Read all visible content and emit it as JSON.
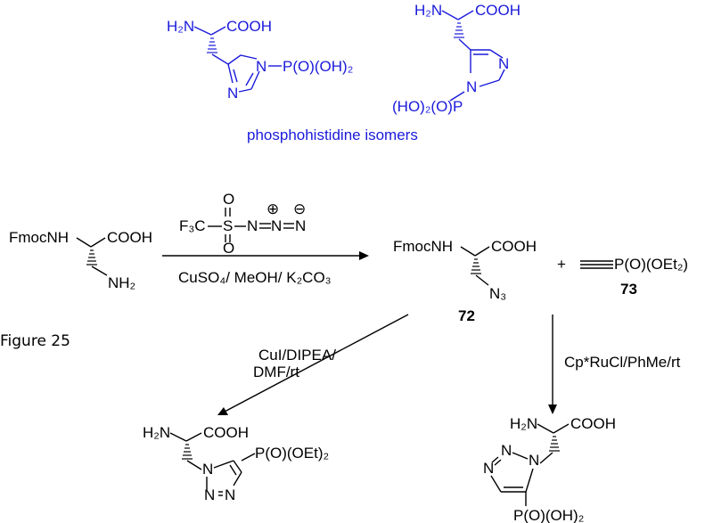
{
  "isomers": {
    "left": {
      "amine": "H₂N",
      "acid": "COOH",
      "phosphoryl": "P(O)(OH)₂",
      "n_ring": "N",
      "n_sub": "N"
    },
    "right": {
      "amine": "H₂N",
      "acid": "COOH",
      "phosphoryl": "(HO)₂(O)P",
      "n_ring": "N",
      "n_sub": "N"
    },
    "caption": "phosphohistidine isomers"
  },
  "start_material": {
    "fmocnh": "FmocNH",
    "acid": "COOH",
    "amine": "NH₂"
  },
  "reagent_top": {
    "cf3": "F₃C",
    "s": "S",
    "o_top": "O",
    "o_bottom": "O",
    "n1": "N",
    "n2": "N",
    "n3": "N",
    "plus": "⊕",
    "minus": "⊖"
  },
  "conditions_step1": "CuSO₄/ MeOH/ K₂CO₃",
  "compound_72": {
    "fmocnh": "FmocNH",
    "acid": "COOH",
    "azide": "N₃",
    "label": "72"
  },
  "plus_sign": "+",
  "compound_73": {
    "phosphonate": "P(O)(OEt₂)",
    "label": "73"
  },
  "figure_label": "Figure 25",
  "conditions_left_line1": "CuI/DIPEA/",
  "conditions_left_line2": "DMF/rt",
  "conditions_right": "Cp*RuCl/PhMe/rt",
  "product_left": {
    "amine": "H₂N",
    "acid": "COOH",
    "phosphoryl": "P(O)(OEt)₂",
    "n1": "N",
    "n2": "N",
    "n3": "N"
  },
  "product_right": {
    "amine": "H₂N",
    "acid": "COOH",
    "phosphoryl": "P(O)(OH)₂",
    "n1": "N",
    "n2": "N",
    "n3": "N"
  }
}
